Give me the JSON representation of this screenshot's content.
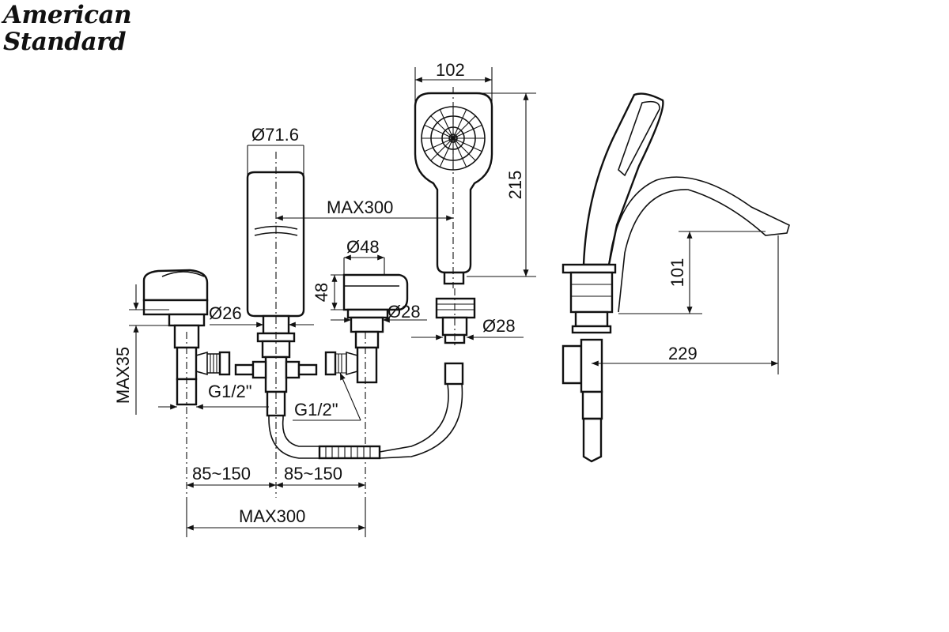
{
  "brand": {
    "line1": "American",
    "line2": "Standard"
  },
  "dimensions": {
    "shower_head_width": "102",
    "shower_head_height": "215",
    "spout_diameter": "Ø71.6",
    "hose_reach": "MAX300",
    "handle_diameter": "Ø48",
    "handle_height": "48",
    "spout_base_diameter": "Ø26",
    "valve_diameter": "Ø28",
    "holder_diameter": "Ø28",
    "deck_thickness": "MAX35",
    "thread_left": "G1/2\"",
    "thread_right": "G1/2\"",
    "spacing_left": "85~150",
    "spacing_right": "85~150",
    "total_span": "MAX300",
    "spout_height": "101",
    "spout_projection": "229"
  }
}
